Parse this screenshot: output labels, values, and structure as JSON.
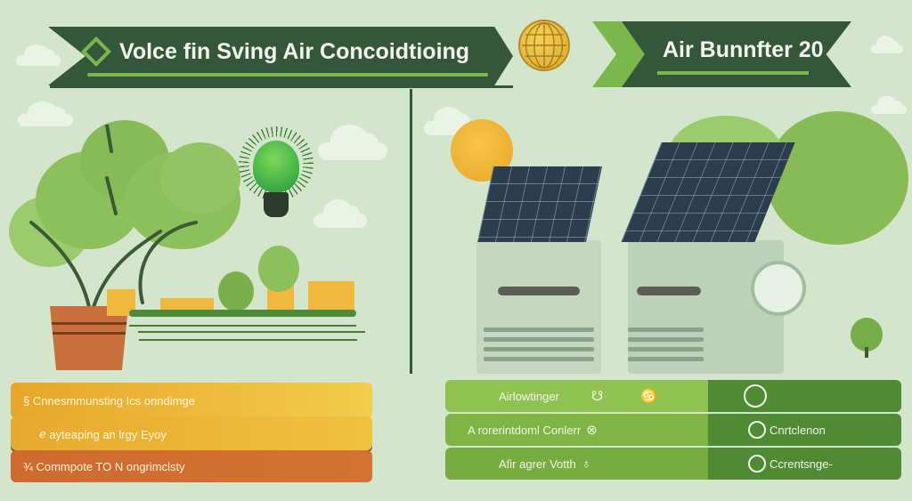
{
  "header": {
    "left_title": "Volce fin Sving Air Concoidtioing",
    "right_title": "Air Bunnfter 20"
  },
  "icons": {
    "left_banner": "diamond-icon",
    "center": "globe-icon",
    "illustration_left": [
      "tree",
      "potted-plant",
      "lightbulb-icon",
      "buildings",
      "clouds"
    ],
    "illustration_right": [
      "sun",
      "solar-panel-ac-units",
      "fan-icon",
      "trees",
      "clouds"
    ]
  },
  "left_panel": {
    "rows": [
      {
        "icon": "§",
        "label": "Cnnesmmunsting Ics onndimge"
      },
      {
        "icon": "ℯ",
        "label": "ayteaping an lrgy Eyoy"
      },
      {
        "icon": "¾",
        "label": "Commpote TO N ongrimclsty"
      }
    ]
  },
  "right_panel": {
    "rows": [
      {
        "label": "Airlowtinger",
        "icons": [
          "☋",
          "♋"
        ],
        "right_label": "",
        "right_icon": "leaf-circle-icon"
      },
      {
        "label": "A rorerintdoml Conlerr",
        "icons": [
          "⊗"
        ],
        "right_label": "Cnrtclenon",
        "right_icon": "ring-icon"
      },
      {
        "label": "Afir agrer Votth",
        "icons": [
          "♁"
        ],
        "right_label": "Ccrentsnge-",
        "right_icon": "gauge-icon"
      }
    ]
  },
  "colors": {
    "background": "#d3e6cc",
    "banner_dark": "#34573a",
    "banner_accent": "#7bb84c",
    "left_row_1": "#f2cc4c",
    "left_row_3": "#cf6a2e",
    "right_row": "#80b546",
    "right_cell": "#4f8a34"
  }
}
